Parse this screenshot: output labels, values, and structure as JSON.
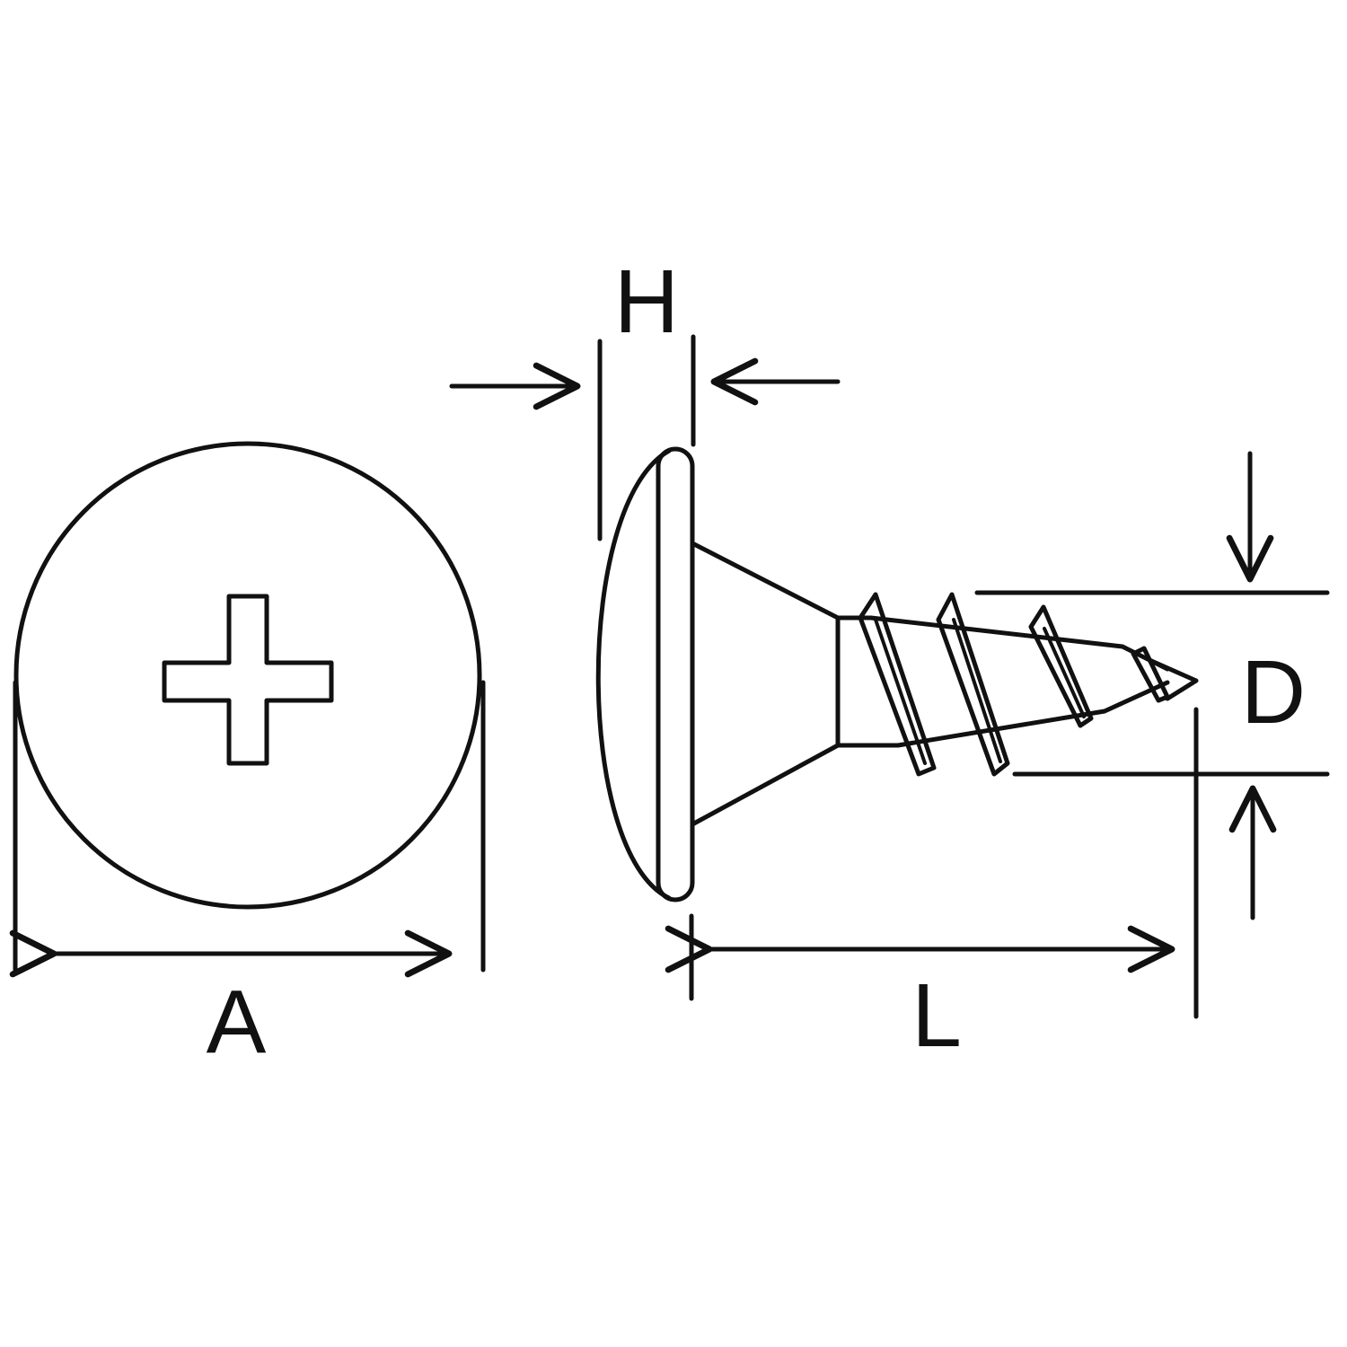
{
  "labels": {
    "head_diameter": "A",
    "head_height": "H",
    "length": "L",
    "thread_diameter": "D"
  },
  "colors": {
    "ink": "#111111",
    "background": "#ffffff"
  }
}
